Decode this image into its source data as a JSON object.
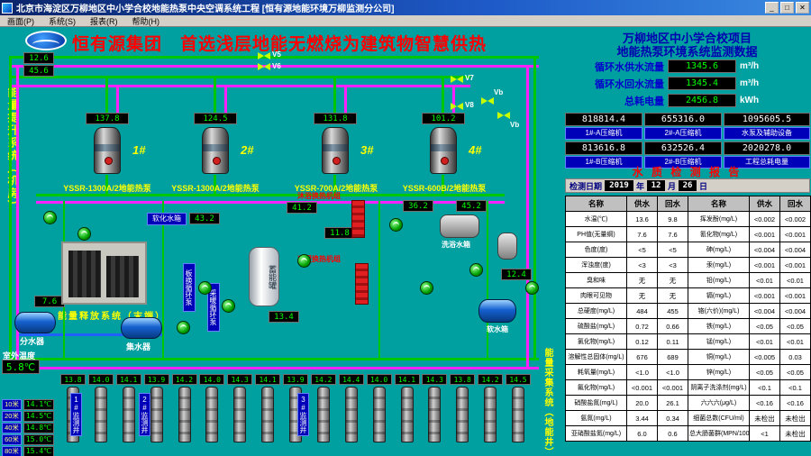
{
  "window": {
    "title": "北京市海淀区万柳地区中小学合校地能热泵中央空调系统工程  [恒有源地能环境万柳监测分公司]",
    "menu": [
      "画面(P)",
      "系统(S)",
      "报表(R)",
      "帮助(H)"
    ],
    "controls": {
      "minimize": "_",
      "maximize": "□",
      "close": "✕"
    }
  },
  "header": {
    "main_title": "恒有源集团　首选浅层地能无燃烧为建筑物智慧供热"
  },
  "diagram": {
    "left_vertical_label": "能量提升系统（机房）",
    "right_vertical_label": "能量采集系统（地能井）",
    "release_label": "能量释放系统（末端）",
    "outdoor": {
      "label": "室外温度",
      "value": "5.8℃"
    },
    "valves": [
      "V5",
      "V6",
      "V7",
      "V8",
      "Vb",
      "Vb"
    ],
    "pumps": [
      {
        "display": "137.8",
        "id": "1#",
        "model": "YSSR-1300A/2地能热泵"
      },
      {
        "display": "124.5",
        "id": "2#",
        "model": "YSSR-1300A/2地能热泵"
      },
      {
        "display": "131.8",
        "id": "3#",
        "model": "YSSR-700A/2地能热泵"
      },
      {
        "display": "101.2",
        "id": "4#",
        "model": "YSSR-600B/2地能热泵"
      }
    ],
    "displays": [
      "12.6",
      "45.6",
      "43.2",
      "41.2",
      "11.8",
      "13.4",
      "36.2",
      "45.2",
      "12.4",
      "7.6"
    ],
    "labels": {
      "soft_tank": "软化水箱",
      "divider": "分水器",
      "collector": "集水器",
      "storage": "蓄能罐",
      "pump_col1": "板换循环泵",
      "pump_col2": "采暖循环泵",
      "hx1": "沐浴换热机组",
      "hx2": "采暖换热机组",
      "bath_tank": "洗浴水箱",
      "soft2": "软水箱"
    },
    "wells": {
      "temps": [
        "13.8",
        "14.0",
        "14.1",
        "13.9",
        "14.2",
        "14.0",
        "14.3",
        "14.1",
        "13.9",
        "14.2",
        "14.4",
        "14.0",
        "14.1",
        "14.3",
        "13.8",
        "14.2",
        "14.5"
      ],
      "labels": [
        "1#监测井",
        "2#监测井",
        "3#监测井"
      ],
      "depth_scale": [
        {
          "depth": "10米",
          "temp": "14.1℃"
        },
        {
          "depth": "20米",
          "temp": "14.5℃"
        },
        {
          "depth": "40米",
          "temp": "14.8℃"
        },
        {
          "depth": "60米",
          "temp": "15.0℃"
        },
        {
          "depth": "80米",
          "temp": "15.4℃"
        }
      ]
    }
  },
  "panel": {
    "title_line1": "万柳地区中小学合校项目",
    "title_line2": "地能热泵环境系统监测数据",
    "flows": [
      {
        "label": "循环水供水流量",
        "value": "1345.6",
        "unit": "m³/h"
      },
      {
        "label": "循环水回水流量",
        "value": "1345.4",
        "unit": "m³/h"
      },
      {
        "label": "总耗电量",
        "value": "2456.8",
        "unit": "kWh"
      }
    ],
    "counters": [
      {
        "value": "818814.4",
        "label": "1#-A压缩机"
      },
      {
        "value": "655316.0",
        "label": "2#-A压缩机"
      },
      {
        "value": "1095605.5",
        "label": "水泵及辅助设备"
      },
      {
        "value": "813616.8",
        "label": "1#-B压缩机"
      },
      {
        "value": "632526.4",
        "label": "2#-B压缩机"
      },
      {
        "value": "2020278.0",
        "label": "工程总耗电量"
      }
    ],
    "report": {
      "title": "水 质 检 测 报 告",
      "date_label": "检测日期",
      "year": "2019",
      "year_unit": "年",
      "month": "12",
      "month_unit": "月",
      "day": "26",
      "day_unit": "日",
      "table": {
        "headers": [
          "名称",
          "供水",
          "回水",
          "名称",
          "供水",
          "回水"
        ],
        "rows": [
          [
            "水温(℃)",
            "13.6",
            "9.8",
            "挥发酚(mg/L)",
            "<0.002",
            "<0.002"
          ],
          [
            "PH值(无量纲)",
            "7.6",
            "7.6",
            "氰化物(mg/L)",
            "<0.001",
            "<0.001"
          ],
          [
            "色度(度)",
            "<5",
            "<5",
            "砷(mg/L)",
            "<0.004",
            "<0.004"
          ],
          [
            "浑浊度(度)",
            "<3",
            "<3",
            "汞(mg/L)",
            "<0.001",
            "<0.001"
          ],
          [
            "臭和味",
            "无",
            "无",
            "铅(mg/L)",
            "<0.01",
            "<0.01"
          ],
          [
            "肉眼可见物",
            "无",
            "无",
            "镉(mg/L)",
            "<0.001",
            "<0.001"
          ],
          [
            "总硬度(mg/L)",
            "484",
            "455",
            "铬(六价)(mg/L)",
            "<0.004",
            "<0.004"
          ],
          [
            "硫酸盐(mg/L)",
            "0.72",
            "0.66",
            "铁(mg/L)",
            "<0.05",
            "<0.05"
          ],
          [
            "氯化物(mg/L)",
            "0.12",
            "0.11",
            "锰(mg/L)",
            "<0.01",
            "<0.01"
          ],
          [
            "溶解性总固体(mg/L)",
            "676",
            "689",
            "铜(mg/L)",
            "<0.005",
            "0.03"
          ],
          [
            "耗氧量(mg/L)",
            "<1.0",
            "<1.0",
            "锌(mg/L)",
            "<0.05",
            "<0.05"
          ],
          [
            "氟化物(mg/L)",
            "<0.001",
            "<0.001",
            "阴离子洗涤剂(mg/L)",
            "<0.1",
            "<0.1"
          ],
          [
            "硝酸盐氮(mg/L)",
            "20.0",
            "26.1",
            "六六六(μg/L)",
            "<0.16",
            "<0.16"
          ],
          [
            "氨氮(mg/L)",
            "3.44",
            "0.34",
            "细菌总数(CFU/ml)",
            "未检出",
            "未检出"
          ],
          [
            "亚硝酸盐氮(mg/L)",
            "6.0",
            "0.6",
            "总大肠菌群(MPN/100ml)",
            "<1",
            "未检出"
          ]
        ]
      }
    }
  }
}
